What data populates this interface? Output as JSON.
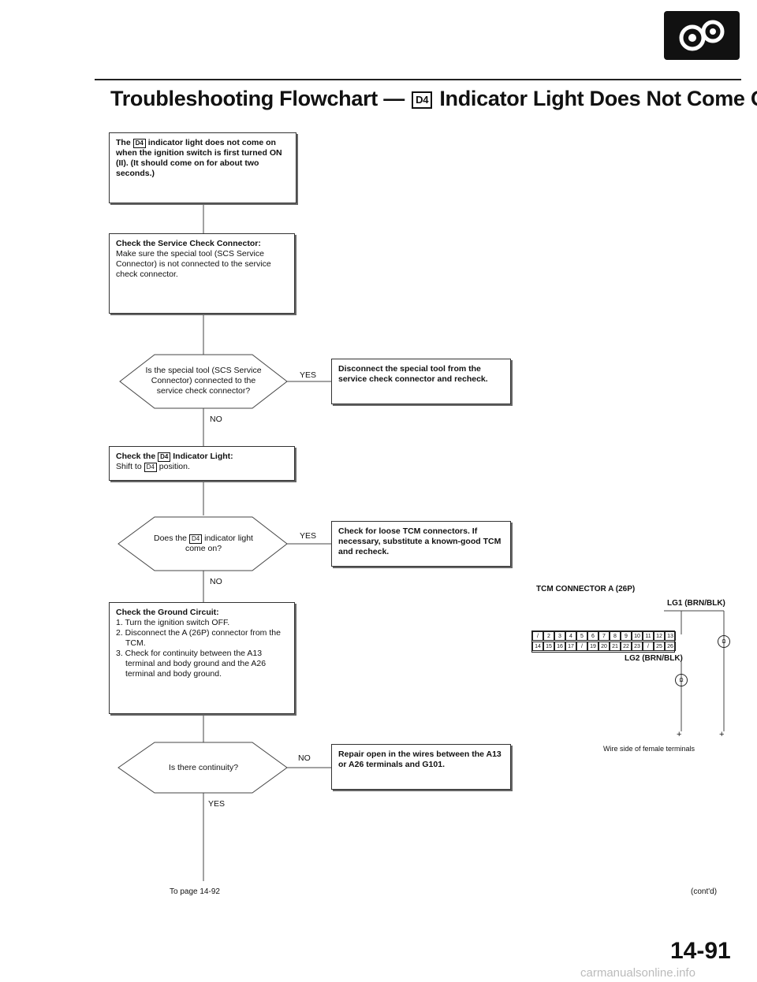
{
  "header": {
    "title_pre": "Troubleshooting Flowchart —",
    "title_badge": "D4",
    "title_post": "Indicator Light Does Not Come On"
  },
  "badge_label": "D4",
  "flow": {
    "start": {
      "l1": "The",
      "l2": "indicator light does not come on when the ignition switch is first turned ON (II). (It should come on for about two seconds.)"
    },
    "step1": {
      "bold": "Check the Service Check Connector:",
      "body": "Make sure the special tool (SCS Service Connector) is not connected to the service check connector."
    },
    "decision1": "Is the special tool (SCS Service Connector) connected to the service check connector?",
    "decision1_yes": "YES",
    "decision1_no": "NO",
    "action1": "Disconnect the special tool from the service check connector and recheck.",
    "step2": {
      "bold_a": "Check the",
      "bold_b": "Indicator Light:",
      "body_a": "Shift to",
      "body_b": "position."
    },
    "decision2_a": "Does the",
    "decision2_b": "indicator light come on?",
    "decision2_yes": "YES",
    "decision2_no": "NO",
    "action2": "Check for loose TCM connectors. If necessary, substitute a known-good TCM and recheck.",
    "step3": {
      "bold": "Check the Ground Circuit:",
      "items": [
        "1. Turn the ignition switch OFF.",
        "2. Disconnect the A (26P) connector from the TCM.",
        "3. Check for continuity between the A13 terminal and body ground and the A26 terminal and body ground."
      ]
    },
    "decision3": "Is there continuity?",
    "decision3_no": "NO",
    "decision3_yes": "YES",
    "action3": "Repair open in the wires between the A13 or A26 terminals and G101.",
    "to_page": "To page 14-92"
  },
  "connector": {
    "title": "TCM CONNECTOR A (26P)",
    "lg1": "LG1 (BRN/BLK)",
    "lg2": "LG2 (BRN/BLK)",
    "caption": "Wire side of female terminals",
    "row1": [
      "/",
      "2",
      "3",
      "4",
      "5",
      "6",
      "7",
      "8",
      "9",
      "10",
      "11",
      "12",
      "13"
    ],
    "row2": [
      "14",
      "15",
      "16",
      "17",
      "/",
      "19",
      "20",
      "21",
      "22",
      "23",
      "/",
      "25",
      "26"
    ],
    "ohm": "Ω"
  },
  "footer": {
    "contd": "(cont'd)",
    "page": "14-91",
    "watermark": "carmanualsonline.info"
  }
}
